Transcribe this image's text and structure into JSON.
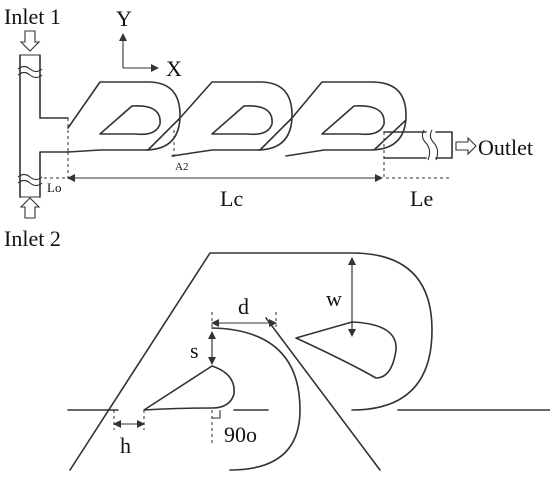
{
  "top_view": {
    "inlet1": "Inlet 1",
    "inlet2": "Inlet 2",
    "outlet": "Outlet",
    "axis_x": "X",
    "axis_y": "Y",
    "lo": "Lo",
    "lc": "Lc",
    "le": "Le",
    "section": "A2"
  },
  "detail_view": {
    "w": "w",
    "d": "d",
    "s": "s",
    "h": "h",
    "angle": "90o"
  }
}
